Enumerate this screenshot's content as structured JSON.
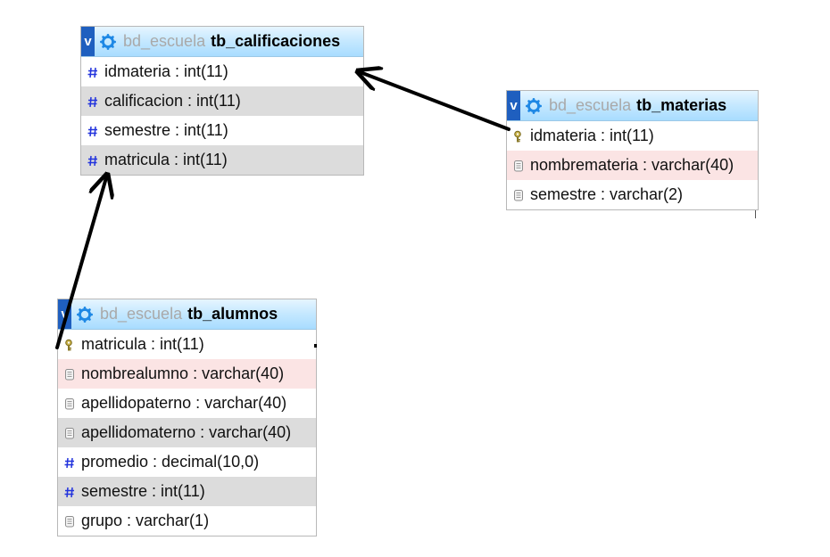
{
  "tables": {
    "calificaciones": {
      "db": "bd_escuela",
      "name": "tb_calificaciones",
      "fields": [
        {
          "text": "idmateria : int(11)",
          "icon": "hash-icon"
        },
        {
          "text": "calificacion : int(11)",
          "icon": "hash-icon"
        },
        {
          "text": "semestre : int(11)",
          "icon": "hash-icon"
        },
        {
          "text": "matricula : int(11)",
          "icon": "hash-icon"
        }
      ]
    },
    "materias": {
      "db": "bd_escuela",
      "name": "tb_materias",
      "fields": [
        {
          "text": "idmateria : int(11)",
          "icon": "key-icon"
        },
        {
          "text": "nombremateria : varchar(40)",
          "icon": "text-field-icon"
        },
        {
          "text": "semestre : varchar(2)",
          "icon": "text-field-icon"
        }
      ]
    },
    "alumnos": {
      "db": "bd_escuela",
      "name": "tb_alumnos",
      "fields": [
        {
          "text": "matricula : int(11)",
          "icon": "key-icon"
        },
        {
          "text": "nombrealumno : varchar(40)",
          "icon": "text-field-icon"
        },
        {
          "text": "apellidopaterno : varchar(40)",
          "icon": "text-field-icon"
        },
        {
          "text": "apellidomaterno : varchar(40)",
          "icon": "text-field-icon"
        },
        {
          "text": "promedio : decimal(10,0)",
          "icon": "hash-icon"
        },
        {
          "text": "semestre : int(11)",
          "icon": "hash-icon"
        },
        {
          "text": "grupo : varchar(1)",
          "icon": "text-field-icon"
        }
      ]
    }
  },
  "colors": {
    "header_gradient_top": "#e6f5ff",
    "header_gradient_bottom": "#a8dcff",
    "collapse_bg": "#1f5fbf",
    "gear": "#1e88e5",
    "db_text": "#a9a9a9",
    "hash": "#2233dd",
    "row_alt": "#dcdcdc",
    "row_pink": "#fbe4e4",
    "arrow": "#000000"
  }
}
